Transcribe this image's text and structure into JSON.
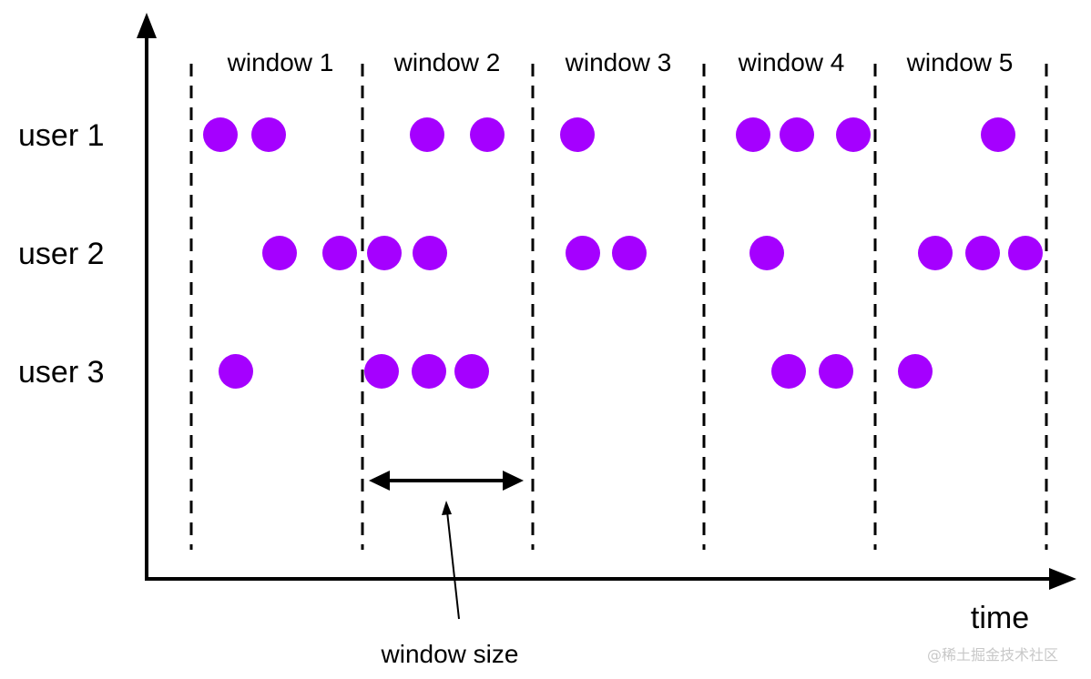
{
  "windows": [
    {
      "label": "window 1"
    },
    {
      "label": "window 2"
    },
    {
      "label": "window 3"
    },
    {
      "label": "window 4"
    },
    {
      "label": "window 5"
    }
  ],
  "users": [
    {
      "label": "user 1"
    },
    {
      "label": "user 2"
    },
    {
      "label": "user 3"
    }
  ],
  "axis": {
    "x_label": "time"
  },
  "annotation": {
    "label": "window size"
  },
  "watermark": {
    "text": "@稀土掘金技术社区"
  },
  "colors": {
    "event_dot": "#a500ff",
    "line": "#000000",
    "text": "#000000",
    "watermark": "#c8c8c8"
  },
  "events": {
    "user 1": [
      {
        "window": "window 1",
        "count": 2
      },
      {
        "window": "window 2",
        "count": 2
      },
      {
        "window": "window 3",
        "count": 1
      },
      {
        "window": "window 4",
        "count": 3
      },
      {
        "window": "window 5",
        "count": 1
      }
    ],
    "user 2": [
      {
        "window": "window 1",
        "count": 2
      },
      {
        "window": "window 2",
        "count": 2
      },
      {
        "window": "window 3",
        "count": 2
      },
      {
        "window": "window 4",
        "count": 1
      },
      {
        "window": "window 5",
        "count": 3
      }
    ],
    "user 3": [
      {
        "window": "window 1",
        "count": 1
      },
      {
        "window": "window 2",
        "count": 3
      },
      {
        "window": "window 3",
        "count": 0
      },
      {
        "window": "window 4",
        "count": 2
      },
      {
        "window": "window 5",
        "count": 1
      }
    ]
  }
}
